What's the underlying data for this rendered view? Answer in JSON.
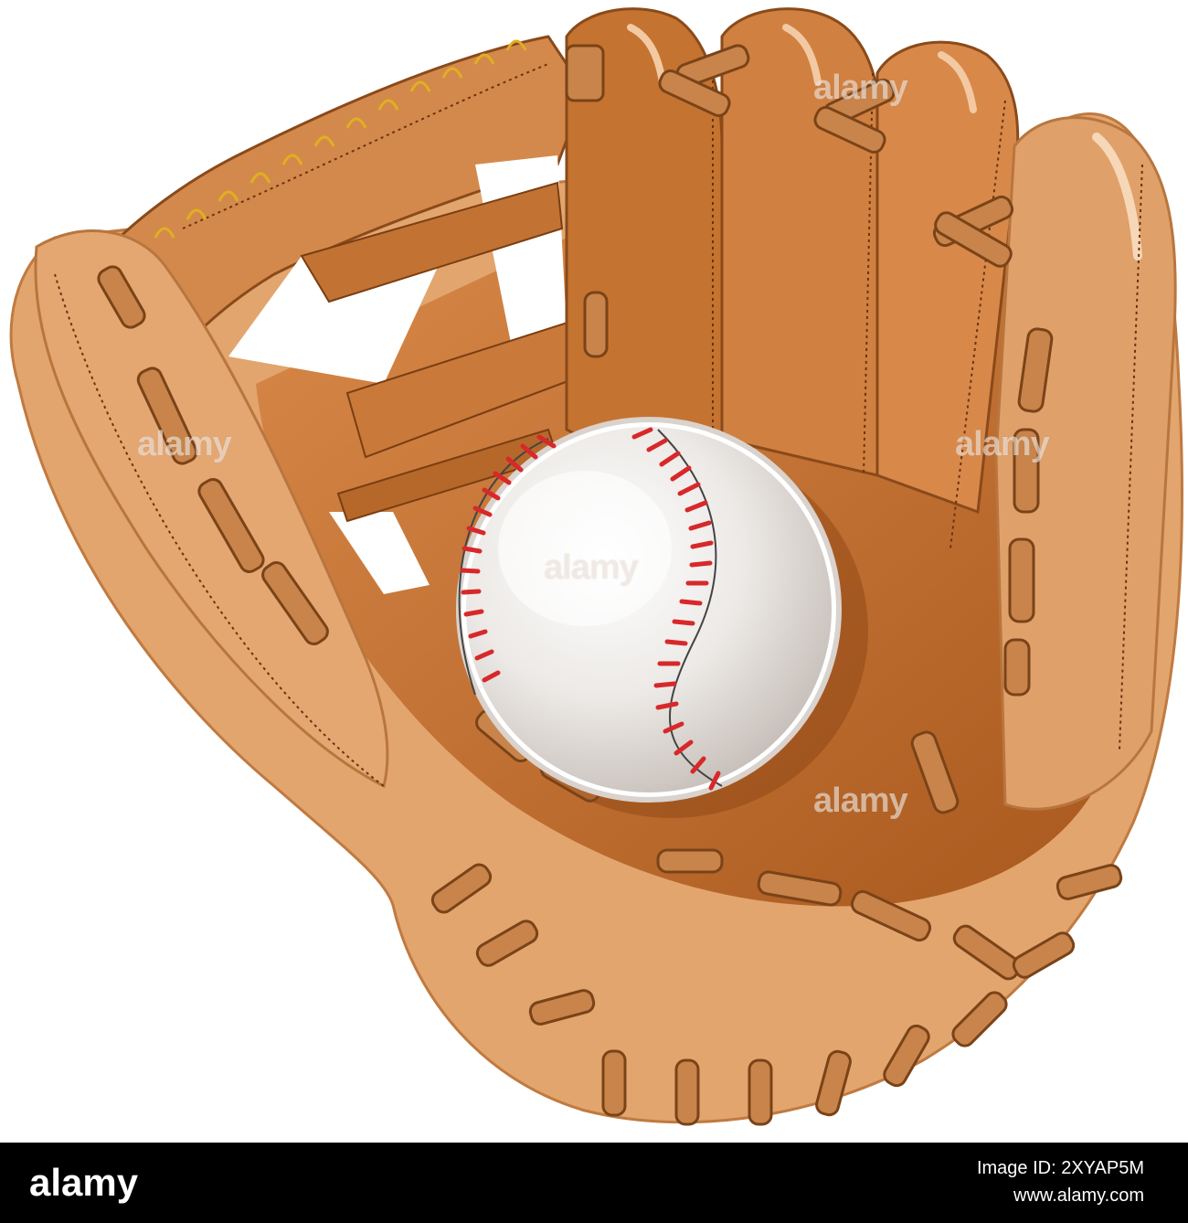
{
  "illustration": {
    "subject": "baseball-glove-with-ball",
    "colors": {
      "leather_light": "#e0a26b",
      "leather_mid": "#d4874a",
      "leather_dark": "#b15e20",
      "leather_deep": "#964a14",
      "lace": "#c8844a",
      "lace_outline": "#7a4318",
      "ball": "#f2f0ee",
      "ball_shade": "#c9c2bd",
      "stitch_red": "#d8282a",
      "background": "#ffffff"
    }
  },
  "watermark": {
    "text": "alamy"
  },
  "footer": {
    "logo_text": "alamy",
    "image_id": "Image ID: 2XYAP5M",
    "site": "www.alamy.com",
    "background": "#000000",
    "text_color": "#ffffff"
  }
}
